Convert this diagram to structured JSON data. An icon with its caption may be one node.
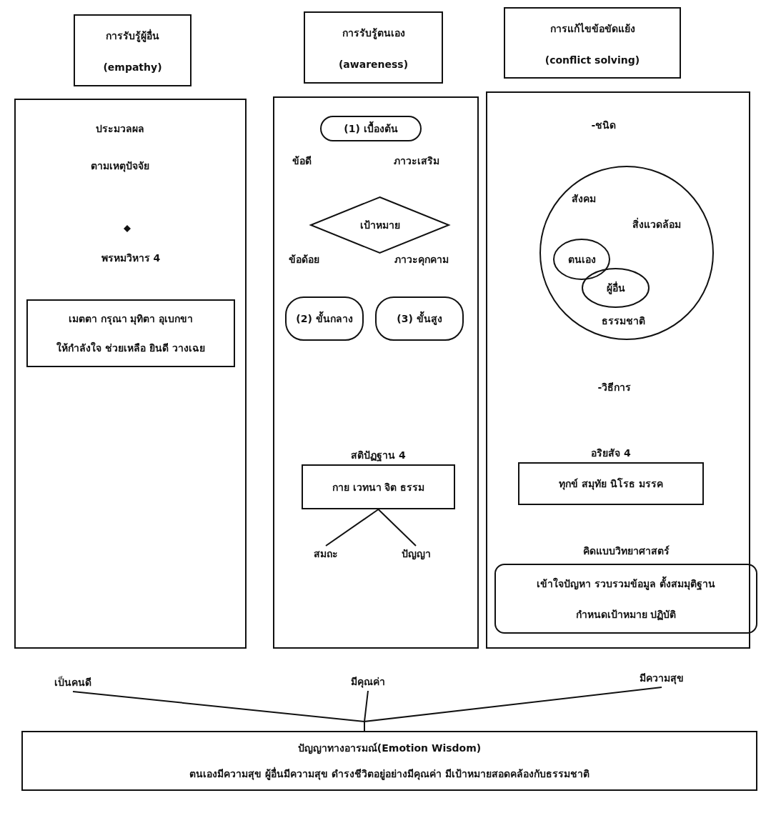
{
  "diagram": {
    "nodes": [
      {
        "text": [
          "การรับรู้ผู้อื่น",
          "(empathy)"
        ]
      },
      {
        "text": [
          "การรับรู้ตนเอง",
          "(awareness)"
        ]
      },
      {
        "text": [
          "การแก้ไขข้อขัดแย้ง",
          "(conflict solving)"
        ]
      },
      {
        "text": [],
        "shape": "box"
      },
      {
        "text": [],
        "shape": "box"
      },
      {
        "text": [],
        "shape": "box"
      },
      {
        "text": [
          "พรหมวิหาร 4",
          "เมตตา กรุณา มุทิตา อุเบกขา",
          "ให้กำลังใจ ช่วยเหลือ ยินดี วางเฉย"
        ],
        "in": 3
      },
      {
        "text": [
          "(1) เบื้องต้น"
        ],
        "in": 4
      },
      {
        "text": [
          "เป้าหมาย"
        ],
        "in": 4
      },
      {
        "text": [
          "(2) ขั้นกลาง"
        ],
        "in": 4
      },
      {
        "text": [
          "(3) ขั้นสูง"
        ],
        "in": 4
      },
      {
        "text": [
          "สติปัฏฐาน 4",
          "กาย เวทนา จิต ธรรม"
        ],
        "in": 4
      },
      {
        "text": [
          "สมถะ"
        ],
        "in": 4
      },
      {
        "text": [
          "ปัญญา"
        ],
        "in": 4
      },
      {
        "text": [
          "สังคม",
          "สิ่งแวดล้อม",
          "ธรรมชาติ"
        ],
        "in": 5
      },
      {
        "text": [
          "ตนเอง"
        ],
        "in": 14
      },
      {
        "text": [
          "ผู้อื่น"
        ],
        "in": 14
      },
      {
        "text": [
          "อริยสัจ 4",
          "ทุกข์ สมุทัย นิโรธ มรรค"
        ],
        "in": 5
      },
      {
        "text": [
          "คิดแบบวิทยาศาสตร์",
          "เข้าใจปัญหา รวบรวมข้อมูล ตั้งสมมุติฐาน",
          "กำหนดเป้าหมาย ปฏิบัติ"
        ],
        "in": 5
      },
      {
        "text": [
          "เป็นคนดี"
        ]
      },
      {
        "text": [
          "มีคุณค่า"
        ]
      },
      {
        "text": [
          "มีความสุข"
        ]
      },
      {
        "text": [
          "ปัญญาทางอารมณ์(Emotion Wisdom)",
          "ตนเองมีความสุข ผู้อื่นมีความสุข ดำรงชีวิตอยู่อย่างมีคุณค่า มีเป้าหมายสอดคล้องกับธรรมชาติ"
        ]
      }
    ],
    "edges": [
      {
        "from": 11,
        "to": 12,
        "arrow": "none"
      },
      {
        "from": 11,
        "to": 13,
        "arrow": "none"
      },
      {
        "from": 19,
        "to": 22,
        "arrow": "none"
      },
      {
        "from": 20,
        "to": 22,
        "arrow": "none"
      },
      {
        "from": 21,
        "to": 22,
        "arrow": "none"
      }
    ],
    "labels": [
      "ประมวลผล",
      "ตามเหตุปัจจัย",
      "ข้อดี",
      "ภาวะเสริม",
      "ข้อด้อย",
      "ภาวะคุกคาม",
      "-ชนิด",
      "-วิธีการ"
    ]
  }
}
